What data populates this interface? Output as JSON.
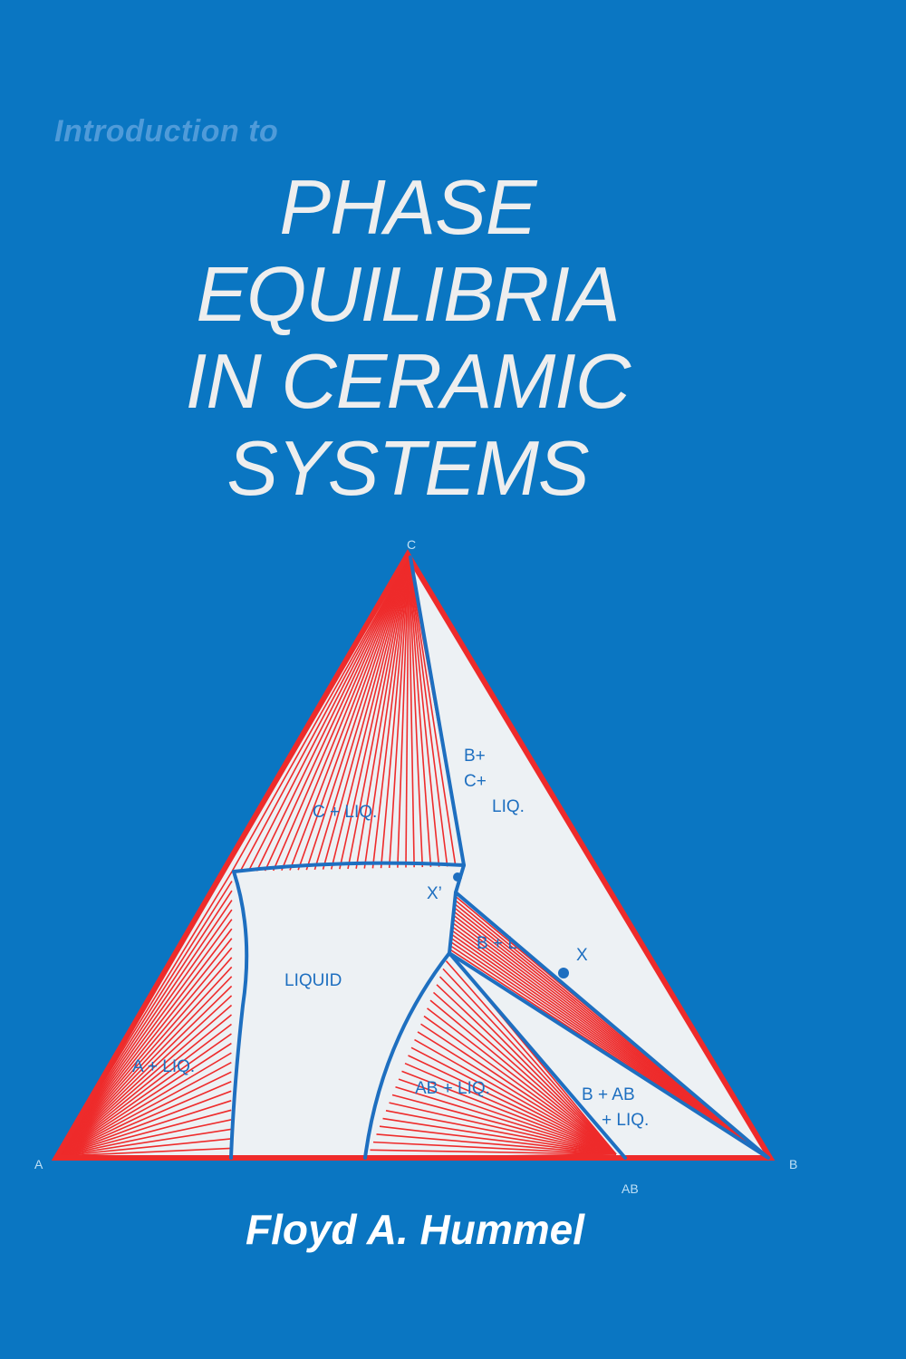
{
  "book": {
    "intro": "Introduction to",
    "title_lines": [
      "PHASE",
      "EQUILIBRIA",
      "IN CERAMIC",
      "SYSTEMS"
    ],
    "author": "Floyd A. Hummel"
  },
  "diagram": {
    "vertices": {
      "a": "A",
      "b": "B",
      "c": "C",
      "ab": "AB"
    },
    "regions": {
      "c_liq": "C + LIQ.",
      "bcl_1": "B+",
      "bcl_2": "C+",
      "bcl_3": "LIQ.",
      "liquid": "LIQUID",
      "a_liq": "A + LIQ.",
      "ab_liq": "AB + LIQ.",
      "b_l": "B + L",
      "b_ab_1": "B + AB",
      "b_ab_2": "+ LIQ."
    },
    "points": {
      "x": "X",
      "x_prime": "X’"
    },
    "colors": {
      "background": "#0a76c2",
      "triangle_fill": "#edf1f4",
      "tie_lines": "#ee2b2b",
      "boundaries": "#1e6fc0"
    }
  }
}
